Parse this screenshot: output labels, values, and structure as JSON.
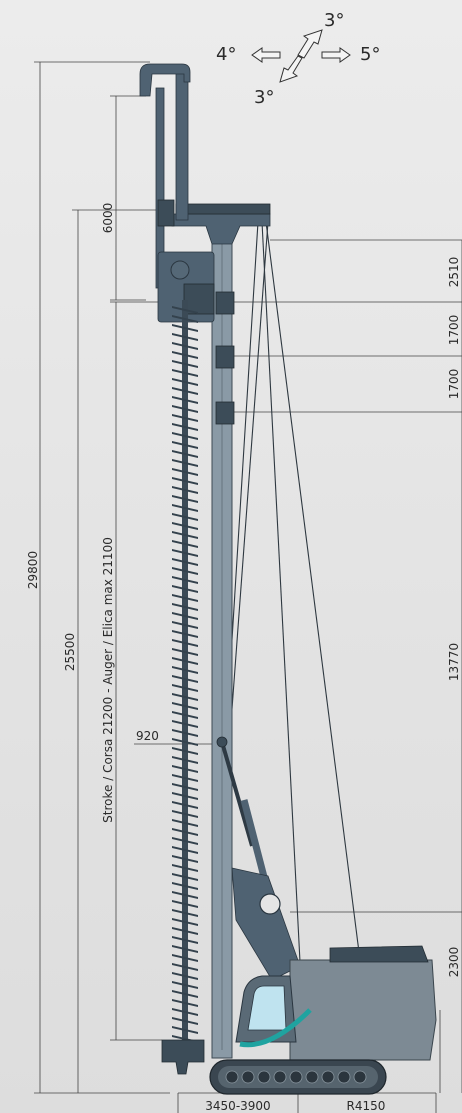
{
  "tilt": {
    "left": "4°",
    "right": "5°",
    "front": "3°",
    "back": "3°"
  },
  "dims": {
    "total_height": "29800",
    "mast_height": "25500",
    "stroke_label": "Stroke / Corsa  21200  -  Auger / Elica max  21100",
    "head_travel": "6000",
    "right_top": "2510",
    "right_seg1": "1700",
    "right_seg2": "1700",
    "right_main": "13770",
    "right_bottom": "2300",
    "mast_offset": "920",
    "base_width": "3450-3900",
    "tail_radius": "R4150"
  },
  "colors": {
    "steel": "#4f6272",
    "mast": "#8a9aa6",
    "cab_accent": "#1fa3a0"
  }
}
